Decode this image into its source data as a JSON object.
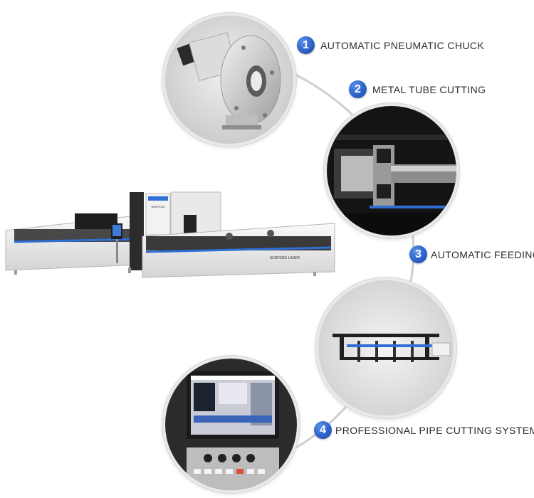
{
  "features": [
    {
      "number": "1",
      "label": "AUTOMATIC PNEUMATIC CHUCK"
    },
    {
      "number": "2",
      "label": "METAL TUBE CUTTING"
    },
    {
      "number": "3",
      "label": "AUTOMATIC FEEDING"
    },
    {
      "number": "4",
      "label": "PROFESSIONAL PIPE CUTTING SYSTEM"
    }
  ],
  "machine": {
    "side_brand": "SENFENG LASER",
    "column_brand": "SENFENG"
  },
  "colors": {
    "badge_blue": "#2d62c9",
    "machine_stripe": "#2f6fd6",
    "connector_arc": "#cfcfcf"
  }
}
